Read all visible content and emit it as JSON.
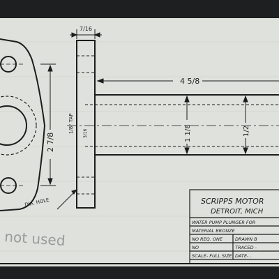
{
  "colors": {
    "paper": "#dfe1dc",
    "ink": "#1c1c1c",
    "pencil": "#9a9a9a",
    "background": "#1e1f21"
  },
  "drawing": {
    "dimensions": {
      "flange_thickness": "7/16",
      "overall_length": "4 5/8",
      "tap_note": "1/8\" TAP",
      "flange_height": "2 7/8",
      "small_dim": "3/16",
      "plunger_diameter": "1 1/8",
      "outer_diameter": "1/2",
      "hole_note": "DIA. HOLE"
    },
    "pencil_note": "not used"
  },
  "title_block": {
    "company": "SCRIPPS MOTOR",
    "city": "DETROIT, MICH",
    "part_name": "WATER PUMP PLUNGER FOR",
    "material": "MATERIAL  BRONZE",
    "no_req": "NO REQ.  ONE",
    "drawn_by": "DRAWN B",
    "no": "NO",
    "traced": "TRACED -",
    "scale": "SCALE- FULL SIZE",
    "date": "DATE- ."
  }
}
